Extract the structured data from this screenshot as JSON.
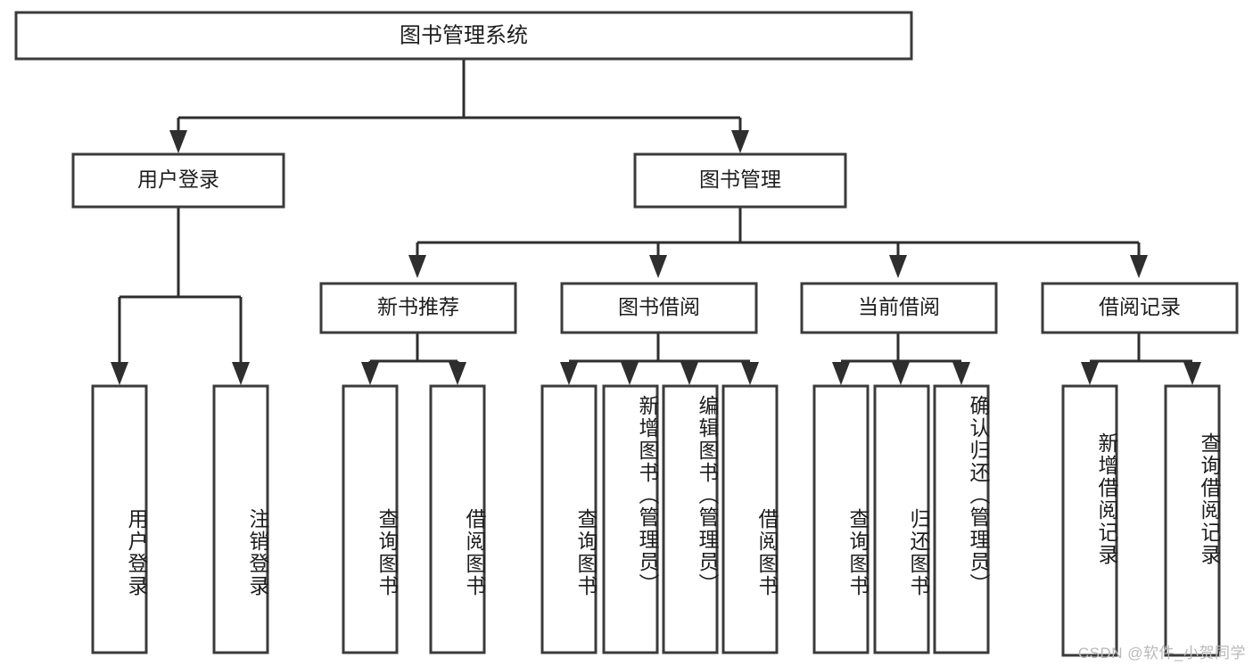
{
  "diagram": {
    "type": "tree-hierarchy",
    "title": "图书管理系统功能结构图",
    "background_color": "#ffffff",
    "box_stroke_color": "#3b3b3b",
    "connector_color": "#2e2e2e",
    "text_color": "#1d1d1d",
    "root": {
      "label": "图书管理系统",
      "orientation": "horizontal"
    },
    "level2": [
      {
        "label": "用户登录",
        "orientation": "horizontal"
      },
      {
        "label": "图书管理",
        "orientation": "horizontal"
      }
    ],
    "level3": [
      {
        "label": "新书推荐",
        "orientation": "horizontal"
      },
      {
        "label": "图书借阅",
        "orientation": "horizontal"
      },
      {
        "label": "当前借阅",
        "orientation": "horizontal"
      },
      {
        "label": "借阅记录",
        "orientation": "horizontal"
      }
    ],
    "leaves": [
      {
        "label": "用户登录",
        "parent": "用户登录",
        "orientation": "vertical"
      },
      {
        "label": "注销登录",
        "parent": "用户登录",
        "orientation": "vertical"
      },
      {
        "label": "查询图书",
        "parent": "新书推荐",
        "orientation": "vertical"
      },
      {
        "label": "借阅图书",
        "parent": "新书推荐",
        "orientation": "vertical"
      },
      {
        "label": "查询图书",
        "parent": "图书借阅",
        "orientation": "vertical"
      },
      {
        "label": "新增图书（管理员）",
        "parent": "图书借阅",
        "orientation": "vertical"
      },
      {
        "label": "编辑图书（管理员）",
        "parent": "图书借阅",
        "orientation": "vertical"
      },
      {
        "label": "借阅图书",
        "parent": "图书借阅",
        "orientation": "vertical"
      },
      {
        "label": "查询图书",
        "parent": "当前借阅",
        "orientation": "vertical"
      },
      {
        "label": "归还图书",
        "parent": "当前借阅",
        "orientation": "vertical"
      },
      {
        "label": "确认归还（管理员）",
        "parent": "当前借阅",
        "orientation": "vertical"
      },
      {
        "label": "新增借阅记录",
        "parent": "借阅记录",
        "orientation": "vertical"
      },
      {
        "label": "查询借阅记录",
        "parent": "借阅记录",
        "orientation": "vertical"
      }
    ]
  },
  "watermark": {
    "text": "CSDN @软件_小贺同学"
  }
}
